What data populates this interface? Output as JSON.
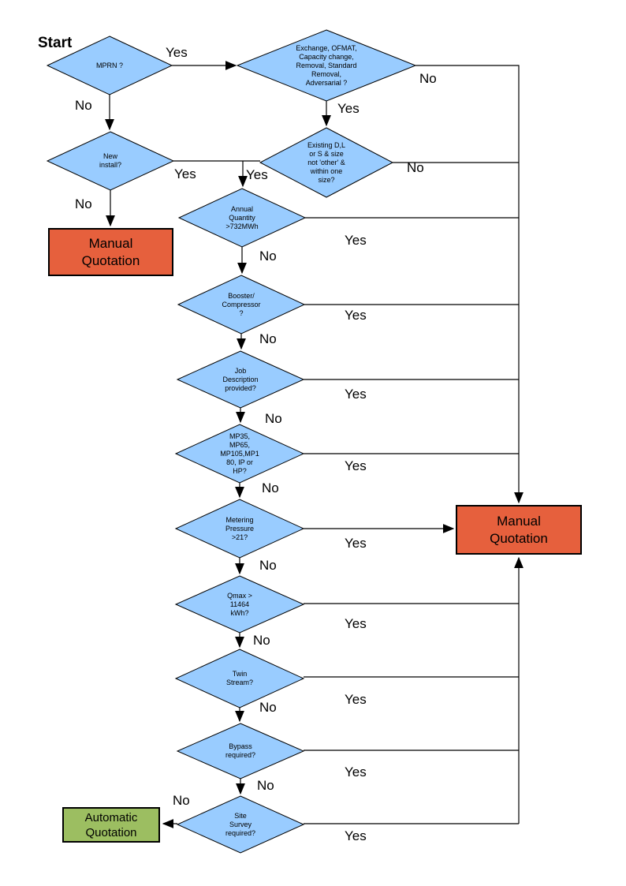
{
  "colors": {
    "decision_fill": "#99CCFF",
    "manual_fill": "#E6603D",
    "auto_fill": "#9CBE61",
    "line_color": "#000000"
  },
  "nodes": {
    "start": "Start",
    "mprn": "MPRN ?",
    "exchange": "Exchange, OFMAT,\nCapacity change,\nRemoval, Standard\nRemoval,\nAdversarial ?",
    "new_install": "New\ninstall?",
    "existing": "Existing D,L\nor S & size\nnot 'other' &\nwithin one\nsize?",
    "annual": "Annual\nQuantity\n>732MWh",
    "booster": "Booster/\nCompressor\n?",
    "job": "Job\nDescription\nprovided?",
    "mp": "MP35,\nMP65,\nMP105,MP1\n80, IP or\nHP?",
    "metering": "Metering\nPressure\n>21?",
    "qmax": "Qmax >\n11464\nkWh?",
    "twin": "Twin\nStream?",
    "bypass": "Bypass\nrequired?",
    "site": "Site\nSurvey\nrequired?",
    "manual_left": "Manual\nQuotation",
    "manual_right": "Manual\nQuotation",
    "auto": "Automatic\nQuotation"
  },
  "edges": {
    "mprn_yes": "Yes",
    "mprn_no": "No",
    "exchange_yes": "Yes",
    "exchange_no": "No",
    "existing_yes": "Yes",
    "existing_no": "No",
    "new_install_yes": "Yes",
    "new_install_no": "No",
    "annual_yes": "Yes",
    "annual_no": "No",
    "booster_yes": "Yes",
    "booster_no": "No",
    "job_yes": "Yes",
    "job_no": "No",
    "mp_yes": "Yes",
    "mp_no": "No",
    "metering_yes": "Yes",
    "metering_no": "No",
    "qmax_yes": "Yes",
    "qmax_no": "No",
    "twin_yes": "Yes",
    "twin_no": "No",
    "bypass_yes": "Yes",
    "bypass_no": "No",
    "site_yes": "Yes",
    "site_no": "No"
  }
}
